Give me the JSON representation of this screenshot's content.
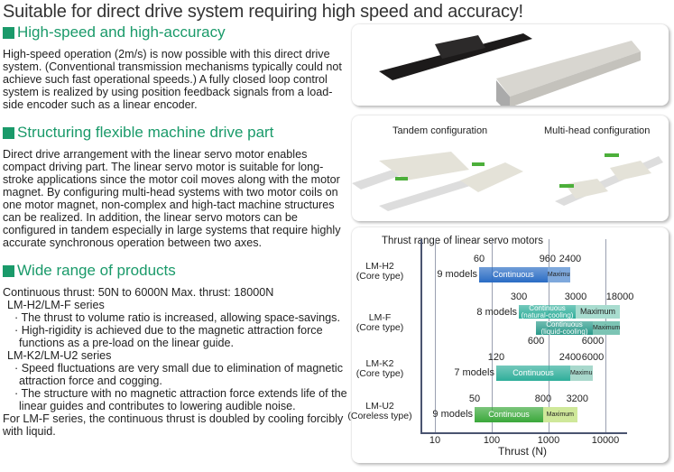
{
  "title": "Suitable for direct drive system requiring high speed and accuracy!",
  "sections": [
    {
      "heading": "High-speed and high-accuracy",
      "body": "High-speed operation (2m/s) is now possible with this direct drive system. (Conventional transmission mechanisms typically could not achieve such fast operational speeds.) A fully closed loop control system is realized by using position feedback signals from a load-side encoder such as a linear encoder."
    },
    {
      "heading": "Structuring flexible machine drive part",
      "body": "Direct drive arrangement with the linear servo motor enables compact driving part. The linear servo motor is suitable for long-stroke applications since the motor coil moves along with the motor magnet. By configuring multi-head systems with two motor coils on one motor magnet, non-complex and high-tact machine structures can be realized. In addition, the linear servo motors can be configured in tandem especially in large systems that require highly accurate synchronous operation between two axes."
    },
    {
      "heading": "Wide range of products",
      "lines": [
        "Continuous thrust: 50N to 6000N  Max. thrust: 18000N",
        "LM-H2/LM-F series",
        "· The thrust to volume ratio is increased, allowing space-savings.",
        "· High-rigidity is achieved due to the magnetic attraction force functions as a pre-load on the linear guide.",
        "LM-K2/LM-U2 series",
        "· Speed fluctuations are very small due to elimination of magnetic attraction force and cogging.",
        "· The structure with no magnetic attraction force extends life of the linear guides and contributes to lowering audible noise.",
        "For LM-F series, the continuous thrust is doubled by cooling forcibly with liquid."
      ]
    }
  ],
  "config": {
    "tandem": "Tandem configuration",
    "multihead": "Multi-head configuration"
  },
  "chart_data": {
    "type": "bar",
    "title": "Thrust range of linear servo motors",
    "xlabel": "Thrust (N)",
    "xscale": "log",
    "xlim": [
      5,
      30000
    ],
    "xticks": [
      "10",
      "100",
      "1000",
      "10000"
    ],
    "rows": [
      {
        "name": "LM-H2",
        "sub": "(Core type)",
        "models": "9 models",
        "bars": [
          {
            "min": 60,
            "cont": 960,
            "max": 2400,
            "cont_label": "Continuous",
            "max_label": "Maximum",
            "labels_above": [
              "60",
              "960",
              "2400"
            ],
            "color": "#2a6cc4",
            "maxcolor": "#7ea8dc"
          }
        ]
      },
      {
        "name": "LM-F",
        "sub": "(Core type)",
        "models": "8 models",
        "bars": [
          {
            "min": 300,
            "cont": 3000,
            "max": 18000,
            "cont_label": "Continuous (natural-cooling)",
            "max_label": "Maximum",
            "labels_above": [
              "300",
              "3000",
              "18000"
            ],
            "color": "#2fae9a",
            "maxcolor": "#a8dccf"
          },
          {
            "min": 600,
            "cont": 6000,
            "max": 18000,
            "cont_label": "Continuous (liquid-cooling)",
            "max_label": "Maximum",
            "labels_below": [
              "600",
              "6000"
            ],
            "color": "#2a9a8a",
            "maxcolor": "#7cc4b4"
          }
        ]
      },
      {
        "name": "LM-K2",
        "sub": "(Core type)",
        "models": "7 models",
        "bars": [
          {
            "min": 120,
            "cont": 2400,
            "max": 6000,
            "cont_label": "Continuous",
            "max_label": "Maximum",
            "labels_above": [
              "120",
              "2400",
              "6000"
            ],
            "color": "#2fae9a",
            "maxcolor": "#a8d8cc"
          }
        ]
      },
      {
        "name": "LM-U2",
        "sub": "(Coreless type)",
        "models": "9 models",
        "bars": [
          {
            "min": 50,
            "cont": 800,
            "max": 3200,
            "cont_label": "Continuous",
            "max_label": "Maximum",
            "labels_above": [
              "50",
              "800",
              "3200"
            ],
            "color": "#3aa83a",
            "maxcolor": "#cfe89a"
          }
        ]
      }
    ]
  }
}
